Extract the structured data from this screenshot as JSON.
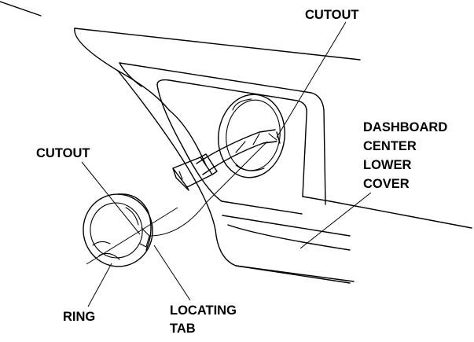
{
  "labels": {
    "cutout_top": "CUTOUT",
    "cutout_left": "CUTOUT",
    "dashboard_line1": "DASHBOARD",
    "dashboard_line2": "CENTER",
    "dashboard_line3": "LOWER",
    "dashboard_line4": "COVER",
    "ring": "RING",
    "locating_line1": "LOCATING",
    "locating_line2": "TAB"
  }
}
